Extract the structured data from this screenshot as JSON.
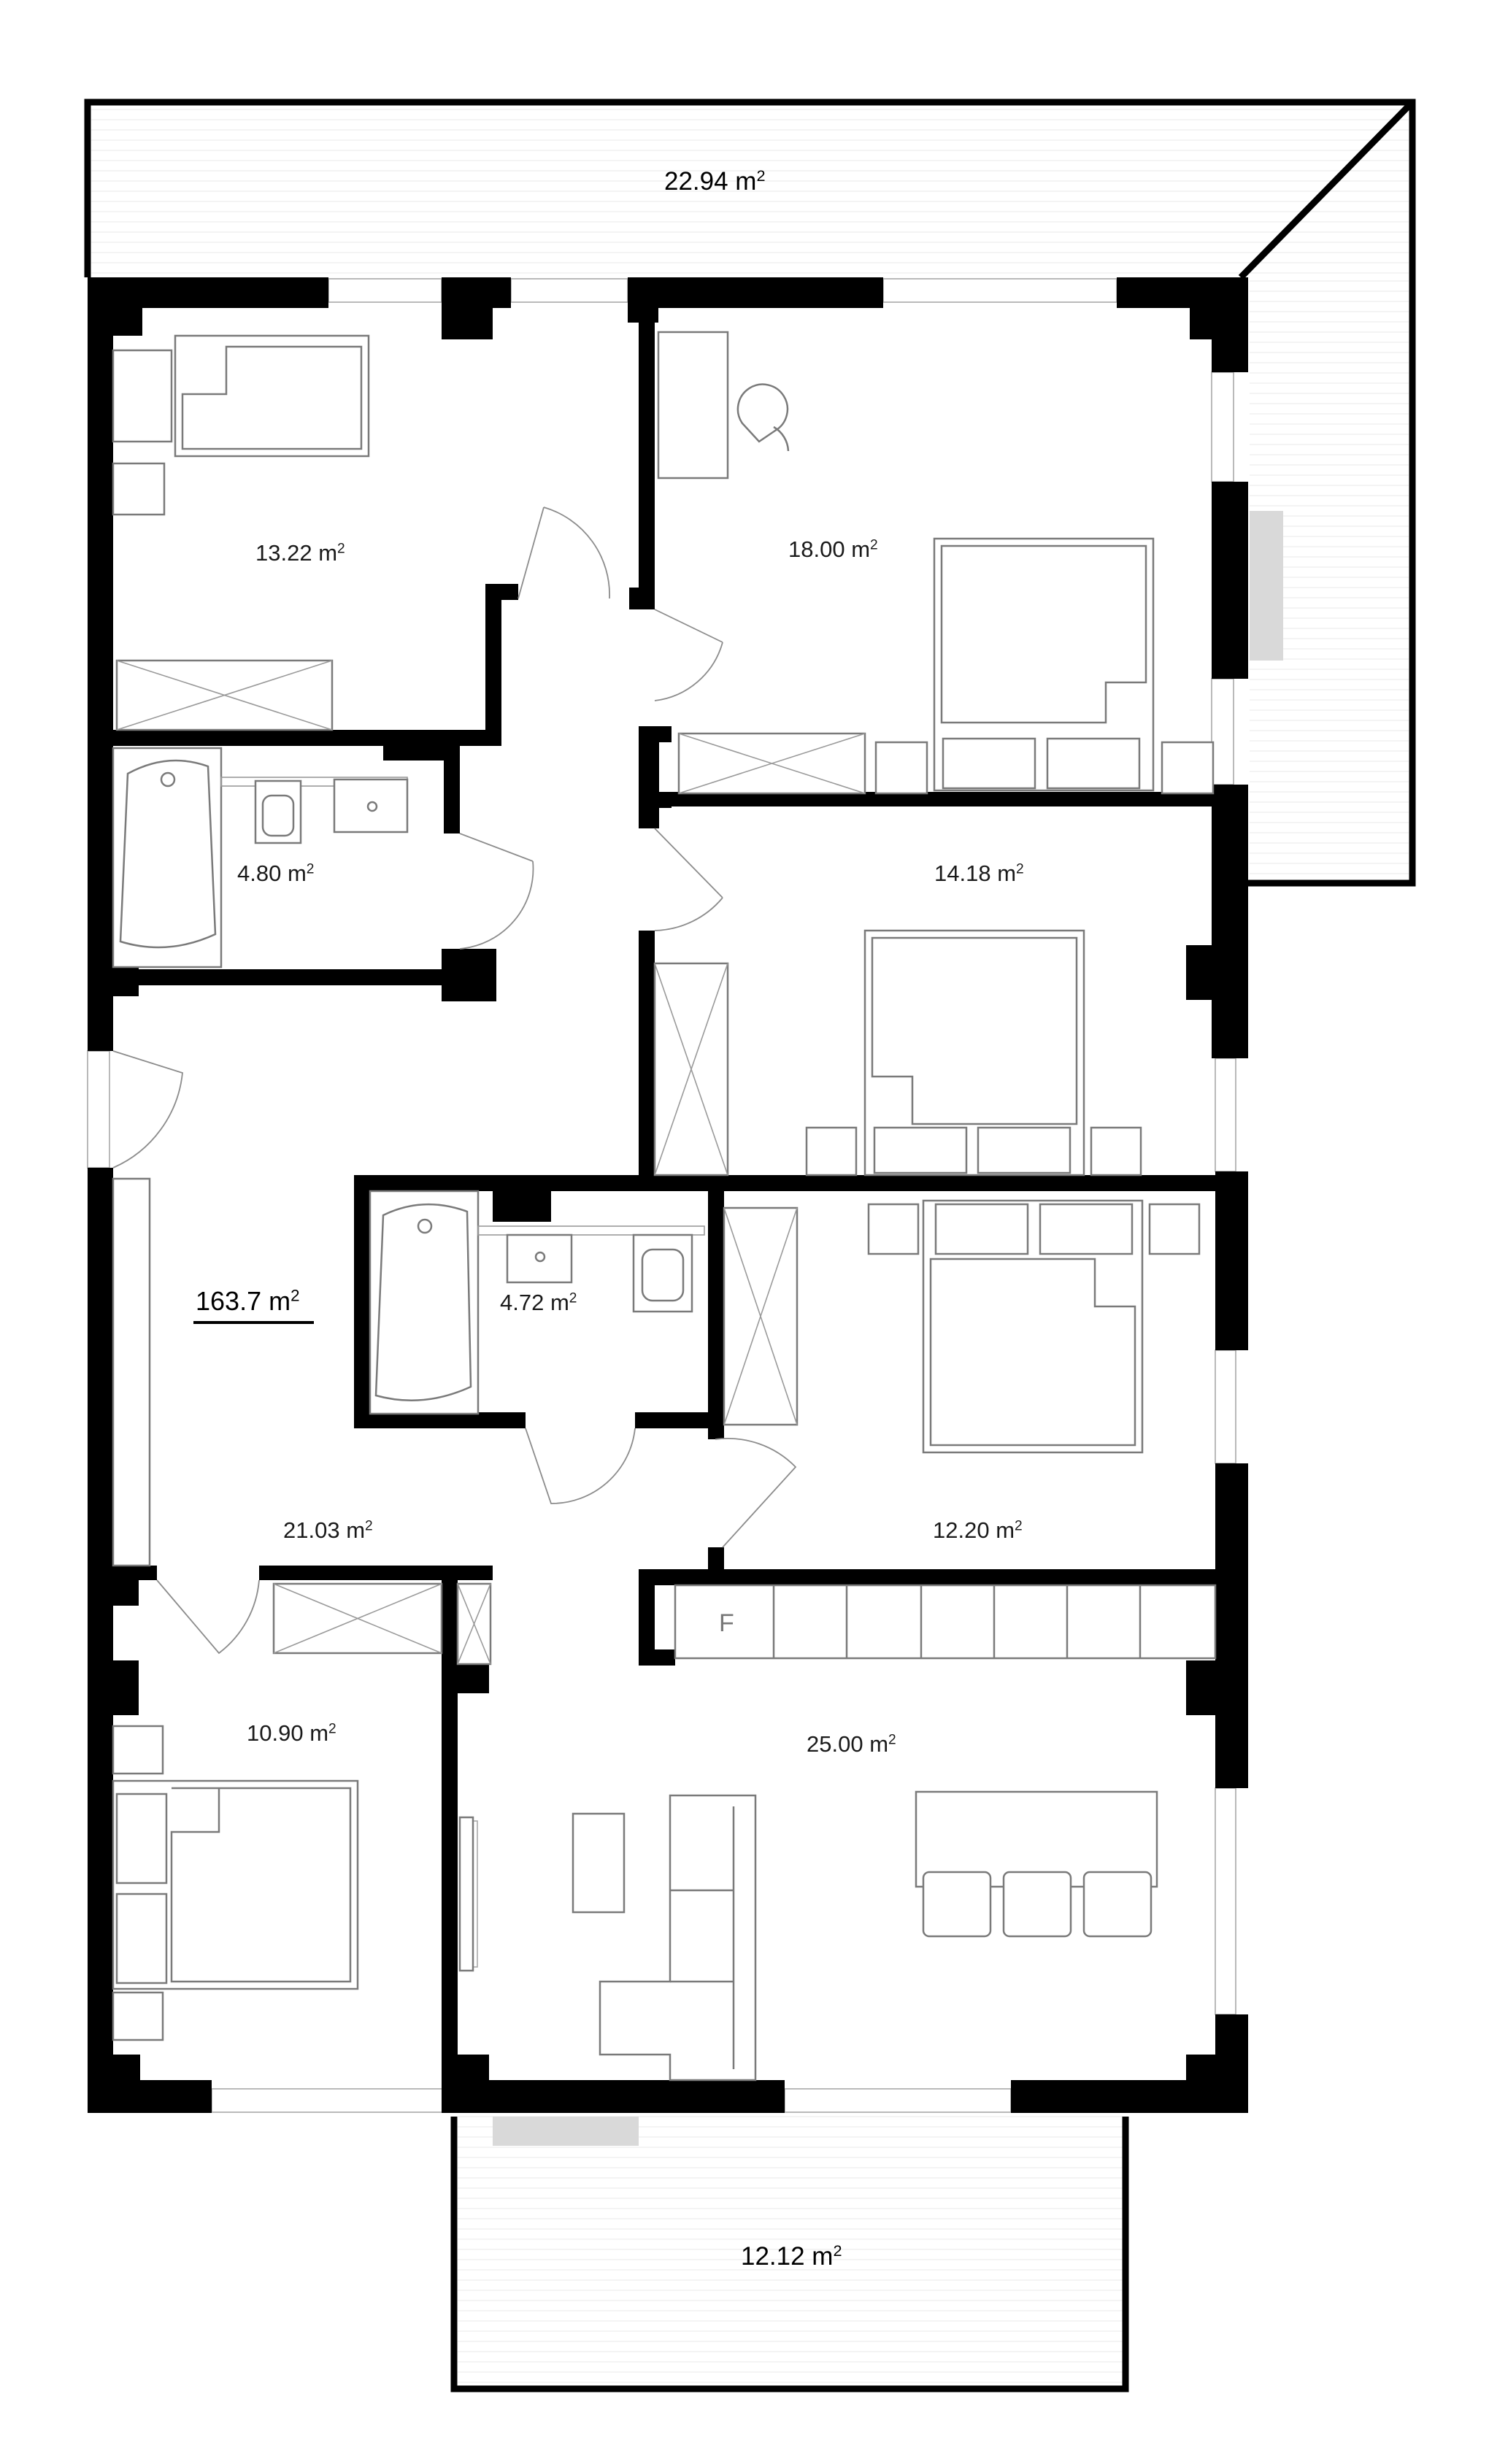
{
  "plan": {
    "total_area": "163.7 m2",
    "rooms": [
      {
        "id": "terrace-north",
        "label": "22.94 m2"
      },
      {
        "id": "bedroom-nw",
        "label": "13.22 m2"
      },
      {
        "id": "bedroom-master",
        "label": "18.00 m2"
      },
      {
        "id": "bathroom-1",
        "label": "4.80 m2"
      },
      {
        "id": "bedroom-east-mid",
        "label": "14.18 m2"
      },
      {
        "id": "bathroom-2",
        "label": "4.72 m2"
      },
      {
        "id": "hallway",
        "label": "21.03 m2"
      },
      {
        "id": "bedroom-east-lower",
        "label": "12.20 m2"
      },
      {
        "id": "bedroom-sw",
        "label": "10.90 m2"
      },
      {
        "id": "living-kitchen",
        "label": "25.00 m2"
      },
      {
        "id": "balcony-south",
        "label": "12.12 m2"
      }
    ],
    "fridge_label": "F"
  }
}
